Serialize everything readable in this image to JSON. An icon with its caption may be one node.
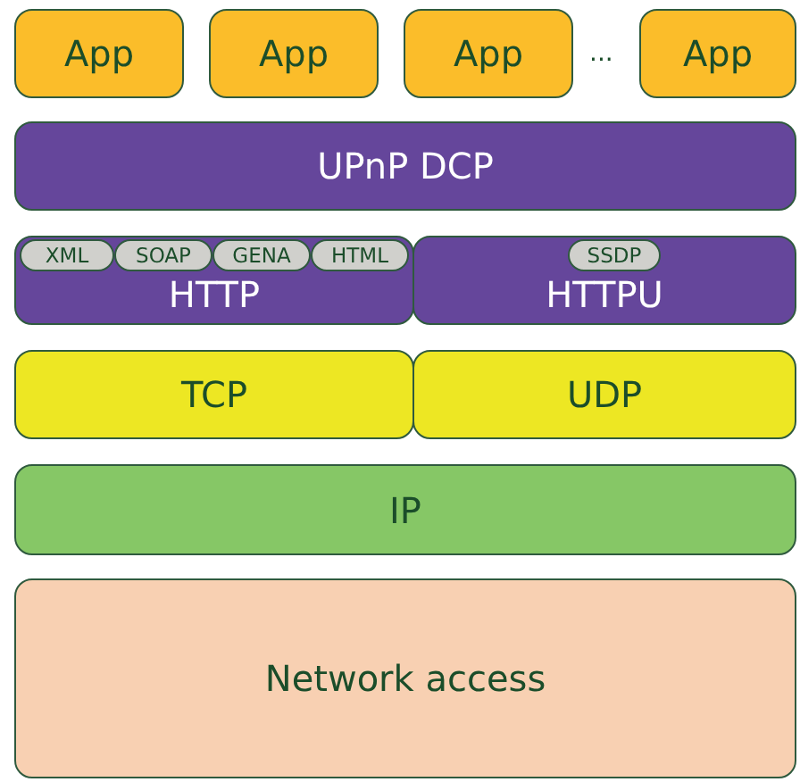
{
  "diagram": {
    "nodes": [
      {
        "text": [
          "App"
        ]
      },
      {
        "text": [
          "App"
        ]
      },
      {
        "text": [
          "App"
        ]
      },
      {
        "text": [
          "App"
        ]
      },
      {
        "text": [
          "UPnP DCP"
        ]
      },
      {
        "text": [
          "HTTP"
        ]
      },
      {
        "text": [
          "XML"
        ],
        "in": 5
      },
      {
        "text": [
          "SOAP"
        ],
        "in": 5
      },
      {
        "text": [
          "GENA"
        ],
        "in": 5
      },
      {
        "text": [
          "HTML"
        ],
        "in": 5
      },
      {
        "text": [
          "HTTPU"
        ]
      },
      {
        "text": [
          "SSDP"
        ],
        "in": 10
      },
      {
        "text": [
          "TCP"
        ]
      },
      {
        "text": [
          "UDP"
        ]
      },
      {
        "text": [
          "IP"
        ]
      },
      {
        "text": [
          "Network access"
        ]
      }
    ],
    "labels": [
      "..."
    ]
  }
}
